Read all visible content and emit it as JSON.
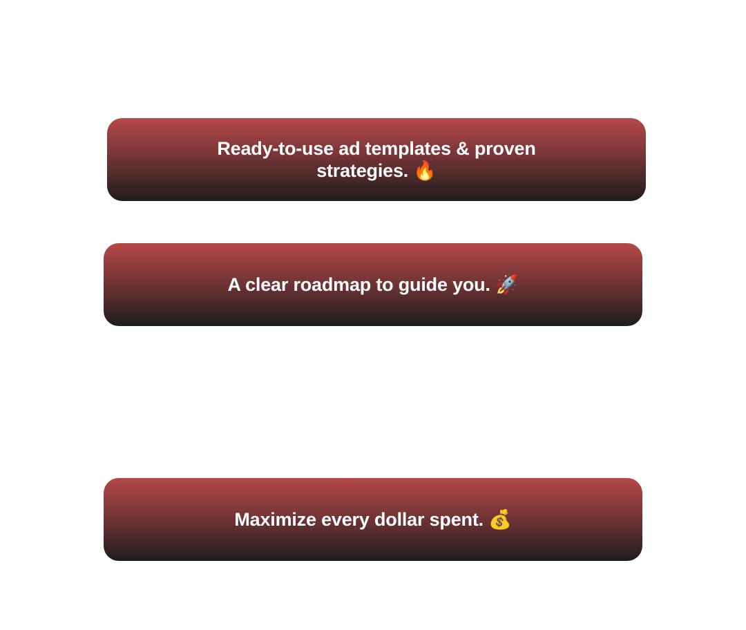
{
  "cards": [
    {
      "text": "Ready-to-use ad templates & proven strategies. 🔥"
    },
    {
      "text": "A clear roadmap to guide you. 🚀"
    },
    {
      "text": "Maximize every dollar spent. 💰"
    }
  ],
  "colors": {
    "gradient_top": "#b64849",
    "gradient_bottom": "#1f1c1d",
    "text": "#ffffff"
  }
}
